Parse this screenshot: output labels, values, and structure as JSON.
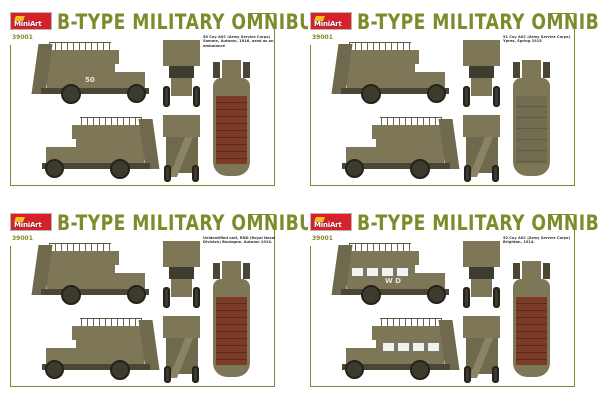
{
  "brand": "MiniArt",
  "title": "B-TYPE MILITARY OMNIBUS",
  "kit_number": "39001",
  "colors": {
    "accent": "#7f8a2a",
    "logo": "#d8202a",
    "vehicle": "#7d7758",
    "floor": "#7b3b26"
  },
  "panels": [
    {
      "caption": "50 Coy ASC (Army Service Corps) Somme, Autumn, 1916, used as an ambulance",
      "marking": "50",
      "windows": false,
      "floor": true
    },
    {
      "caption": "91 Coy ASC (Army Service Corps) Ypres, Spring 1915",
      "marking": "",
      "windows": false,
      "floor": false
    },
    {
      "caption": "Unidentified unit, RND (Royal Naval Division) Boulogne, Autumn 1914.",
      "marking": "",
      "windows": false,
      "floor": true
    },
    {
      "caption": "52 Coy ASC (Army Service Corps) Brighton, 1914.",
      "marking": "W D",
      "windows": true,
      "floor": true
    }
  ]
}
